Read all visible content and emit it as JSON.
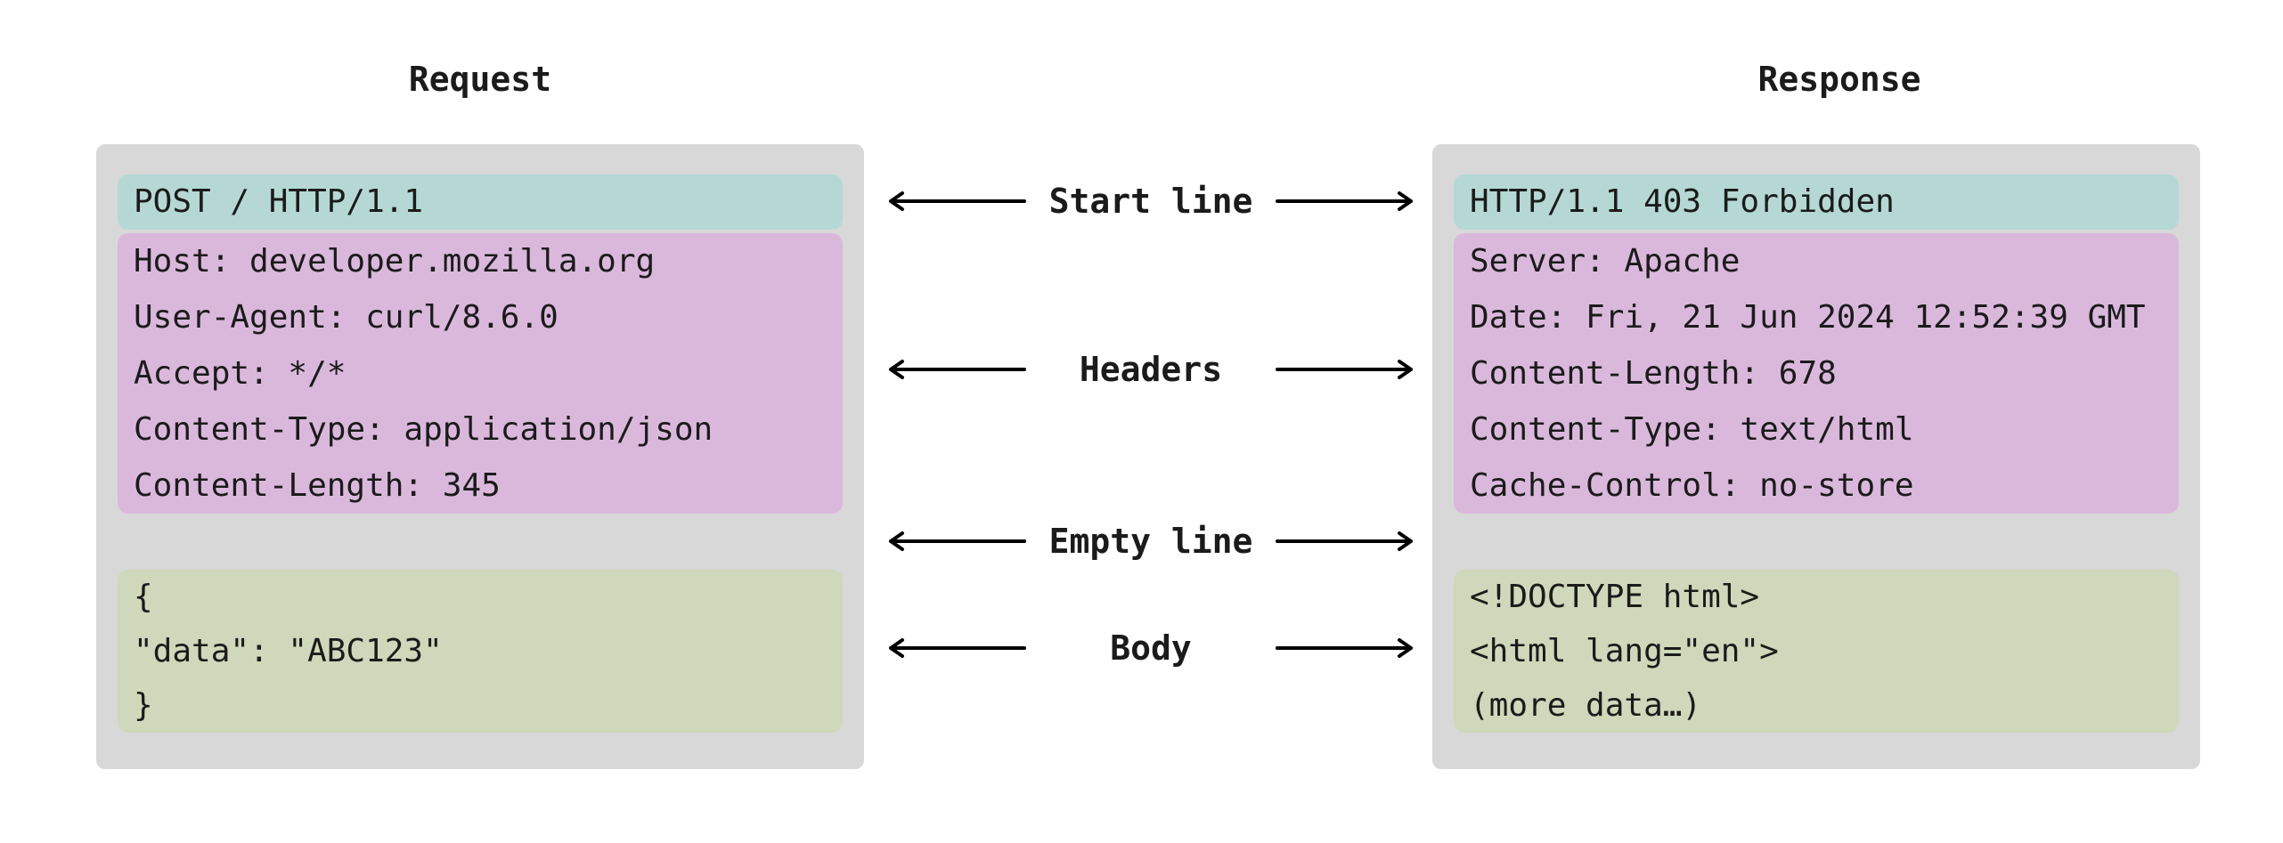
{
  "request": {
    "title": "Request",
    "start_line": "POST / HTTP/1.1",
    "headers": [
      "Host: developer.mozilla.org",
      "User-Agent: curl/8.6.0",
      "Accept: */*",
      "Content-Type: application/json",
      "Content-Length: 345"
    ],
    "body": [
      "{",
      "\"data\": \"ABC123\"",
      "}"
    ]
  },
  "response": {
    "title": "Response",
    "start_line": "HTTP/1.1 403 Forbidden",
    "headers": [
      "Server: Apache",
      "Date: Fri, 21 Jun 2024 12:52:39 GMT",
      "Content-Length: 678",
      "Content-Type: text/html",
      "Cache-Control: no-store"
    ],
    "body": [
      "<!DOCTYPE html>",
      "<html lang=\"en\">",
      "(more data…)"
    ]
  },
  "labels": {
    "start_line": "Start line",
    "headers": "Headers",
    "empty_line": "Empty line",
    "body": "Body"
  },
  "icons": {
    "arrow_left": "←",
    "arrow_right": "→"
  },
  "colors": {
    "panel_bg": "#d8d8d8",
    "start_line_bg": "#b5d8d4",
    "headers_bg": "#dab8dc",
    "body_bg": "#cfd8ba",
    "text": "#1b1b1b",
    "arrow": "#000000"
  }
}
